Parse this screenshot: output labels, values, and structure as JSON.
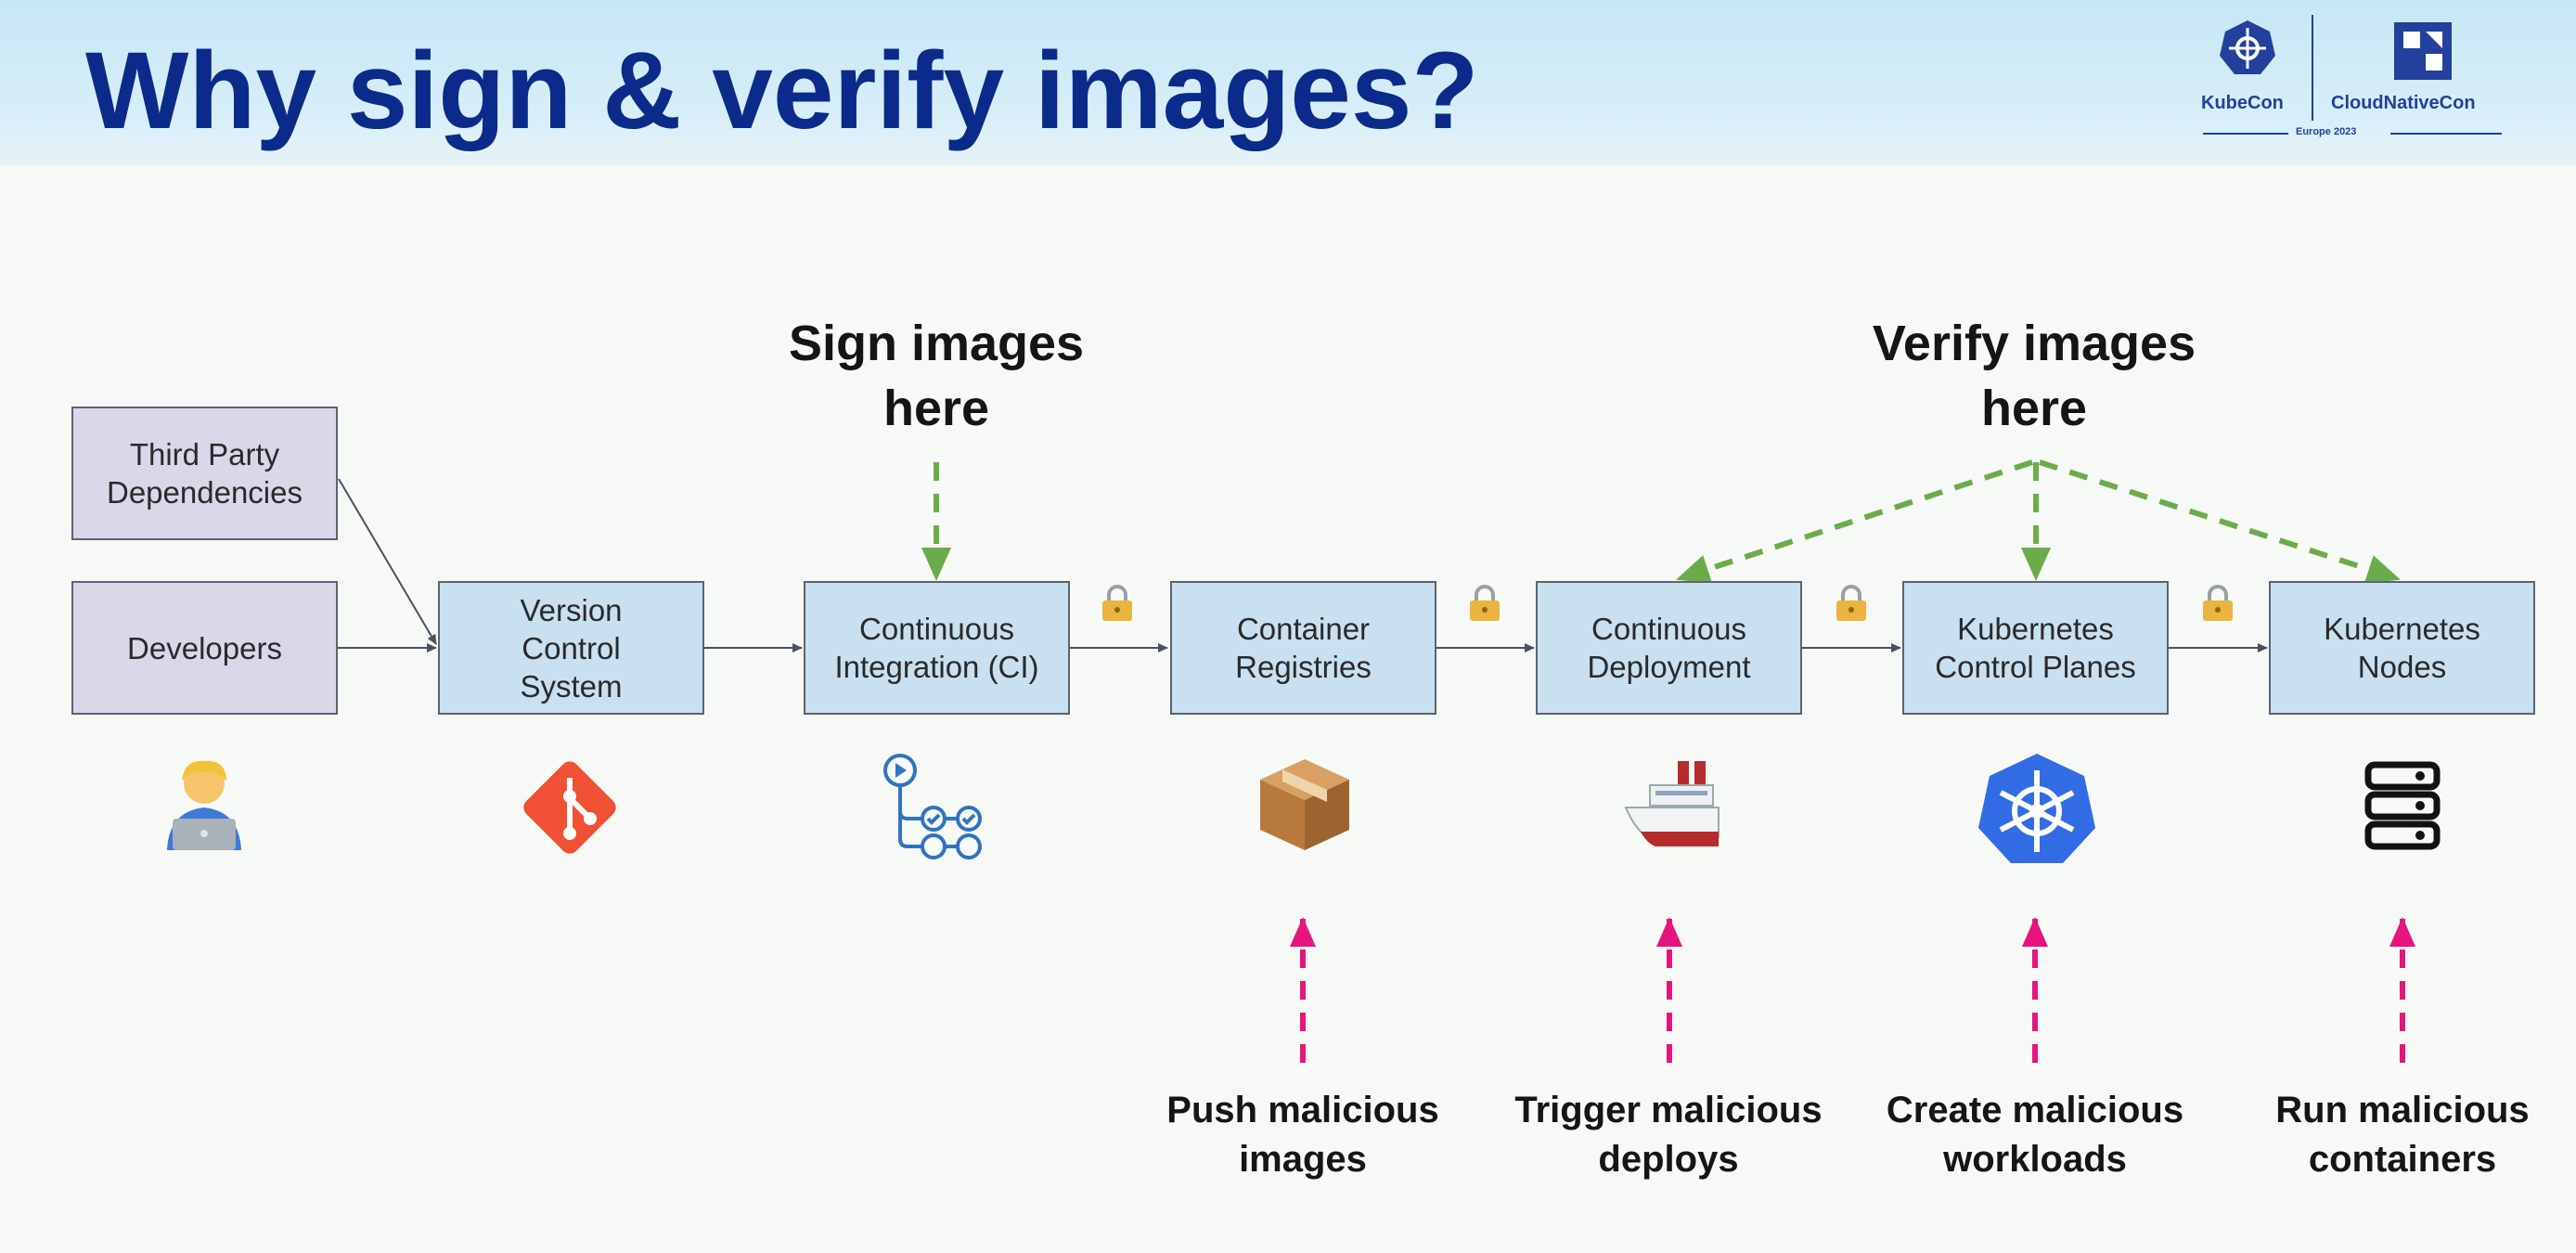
{
  "slide": {
    "title": "Why sign & verify images?",
    "logo": {
      "left": "KubeCon",
      "right": "CloudNativeCon",
      "sub": "Europe 2023"
    }
  },
  "boxes": {
    "third_party": "Third Party\nDependencies",
    "developers": "Developers",
    "vcs": "Version\nControl\nSystem",
    "ci": "Continuous\nIntegration (CI)",
    "registries": "Container\nRegistries",
    "cd": "Continuous\nDeployment",
    "control_planes": "Kubernetes\nControl Planes",
    "nodes": "Kubernetes\nNodes"
  },
  "callouts": {
    "sign": "Sign images\nhere",
    "verify": "Verify images\nhere",
    "push": "Push malicious\nimages",
    "trigger": "Trigger malicious\ndeploys",
    "create": "Create malicious\nworkloads",
    "run": "Run malicious\ncontainers"
  },
  "icons": [
    "developer-icon",
    "git-icon",
    "workflow-icon",
    "package-icon",
    "ship-icon",
    "kubernetes-icon",
    "server-icon",
    "lock-icon"
  ],
  "colors": {
    "title": "#0b2a8a",
    "header_bg": "#c6e7f6",
    "purple_box": "#dcd6e9",
    "blue_box": "#c9e0f0",
    "green_arrow": "#6aac4a",
    "pink_arrow": "#e5157d",
    "git": "#f05033",
    "kubernetes": "#326ce5"
  }
}
